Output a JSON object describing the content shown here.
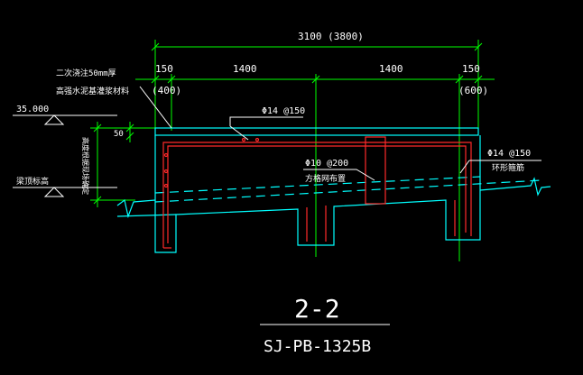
{
  "dimensions": {
    "overall": "3100 (3800)",
    "left_edge": "150",
    "left_alt": "(400)",
    "span_left": "1400",
    "span_right": "1400",
    "right_edge": "150",
    "right_alt": "(600)",
    "topping_thickness": "50"
  },
  "annotations": {
    "topping_note_line1": "二次浇注50mm厚",
    "topping_note_line2": "高强水泥基灌浆材料",
    "top_rebar": "Φ14 @150",
    "mid_rebar": "Φ10 @200",
    "mid_rebar_note": "方格网布置",
    "ring_rebar": "Φ14 @150",
    "ring_rebar_note": "环形箍筋",
    "left_vertical_note": "高度根据现场确定",
    "elevation_value": "35.000",
    "base_note": "梁顶标高"
  },
  "title": {
    "section": "2-2",
    "drawing_number": "SJ-PB-1325B"
  },
  "colors": {
    "background": "#000000",
    "dimension": "#00ff00",
    "concrete_outline": "#00ffff",
    "rebar": "#ff2a2a",
    "text": "#ffffff"
  }
}
